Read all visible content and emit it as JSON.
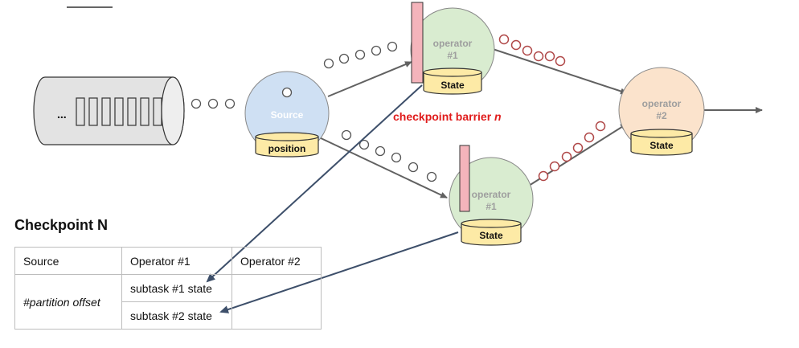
{
  "diagram": {
    "queue_label": "...",
    "source_label": "Source",
    "position_label": "position",
    "operator1_top_label_line1": "operator",
    "operator1_top_label_line2": "#1",
    "operator1_top_state_label": "State",
    "operator1_bottom_label_line1": "operator",
    "operator1_bottom_label_line2": "#1",
    "operator1_bottom_state_label": "State",
    "operator2_label_line1": "operator",
    "operator2_label_line2": "#2",
    "operator2_state_label": "State",
    "barrier_text": "checkpoint barrier ",
    "barrier_n": "n"
  },
  "checkpoint": {
    "title": "Checkpoint N",
    "headers": [
      "Source",
      "Operator #1",
      "Operator #2"
    ],
    "source_value": "#partition offset",
    "subtask1": "subtask #1 state",
    "subtask2": "subtask #2 state"
  },
  "colors": {
    "source_fill": "#cfe0f3",
    "operator1_fill": "#d9ecd0",
    "operator2_fill": "#fbe3cc",
    "state_fill": "#fdeaa6",
    "barrier_fill": "#f4b4bb",
    "event_circle_red": "#b04848",
    "arrow": "#616161",
    "pointer_arrow": "#3d4f6a",
    "barrier_text": "#e01b1b"
  }
}
